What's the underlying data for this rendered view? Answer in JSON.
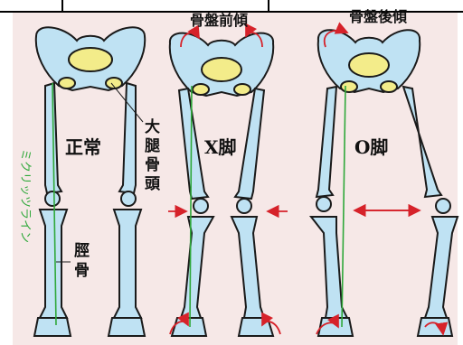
{
  "labels": {
    "normal": "正常",
    "x_leg": "X脚",
    "o_leg": "O脚",
    "anterior_tilt": "骨盤前傾",
    "posterior_tilt": "骨盤後傾",
    "femoral_head_1": "大",
    "femoral_head_2": "腿",
    "femoral_head_3": "骨",
    "femoral_head_4": "頭",
    "tibia_1": "脛",
    "tibia_2": "骨",
    "mikulicz_line": "ミクリッツライン"
  },
  "colors": {
    "bone_fill": "#bfe2f3",
    "pelvis_center": "#f3ec8a",
    "mikulicz": "#2fa83a",
    "arrow": "#d6222a",
    "background": "#f6e8e7"
  },
  "figures": [
    "normal",
    "x-leg",
    "o-leg"
  ]
}
